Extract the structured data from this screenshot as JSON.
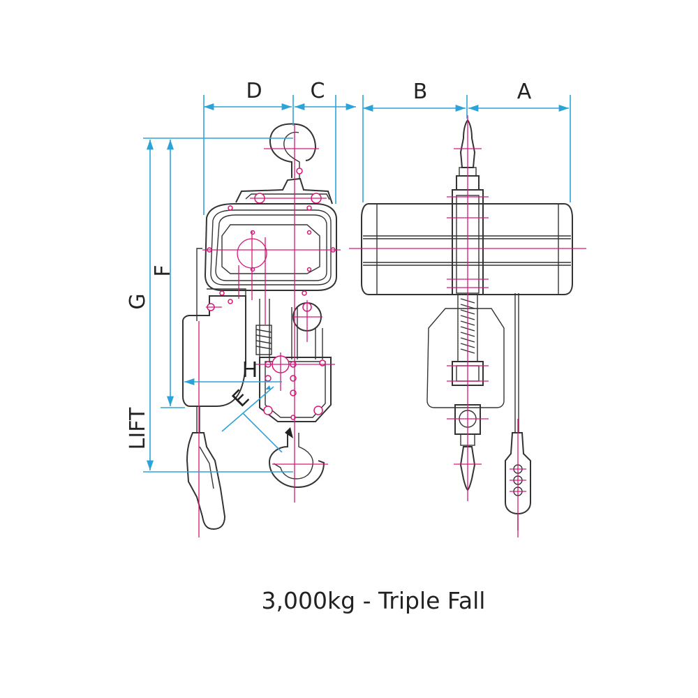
{
  "diagram": {
    "dimension_labels": {
      "a": "A",
      "b": "B",
      "c": "C",
      "d": "D",
      "e": "E",
      "f": "F",
      "g": "G",
      "h": "H",
      "lift": "LIFT"
    },
    "caption": "3,000kg - Triple Fall",
    "colors": {
      "outline": "#333333",
      "centerline": "#d6177a",
      "dimension": "#2ba3d8"
    }
  }
}
